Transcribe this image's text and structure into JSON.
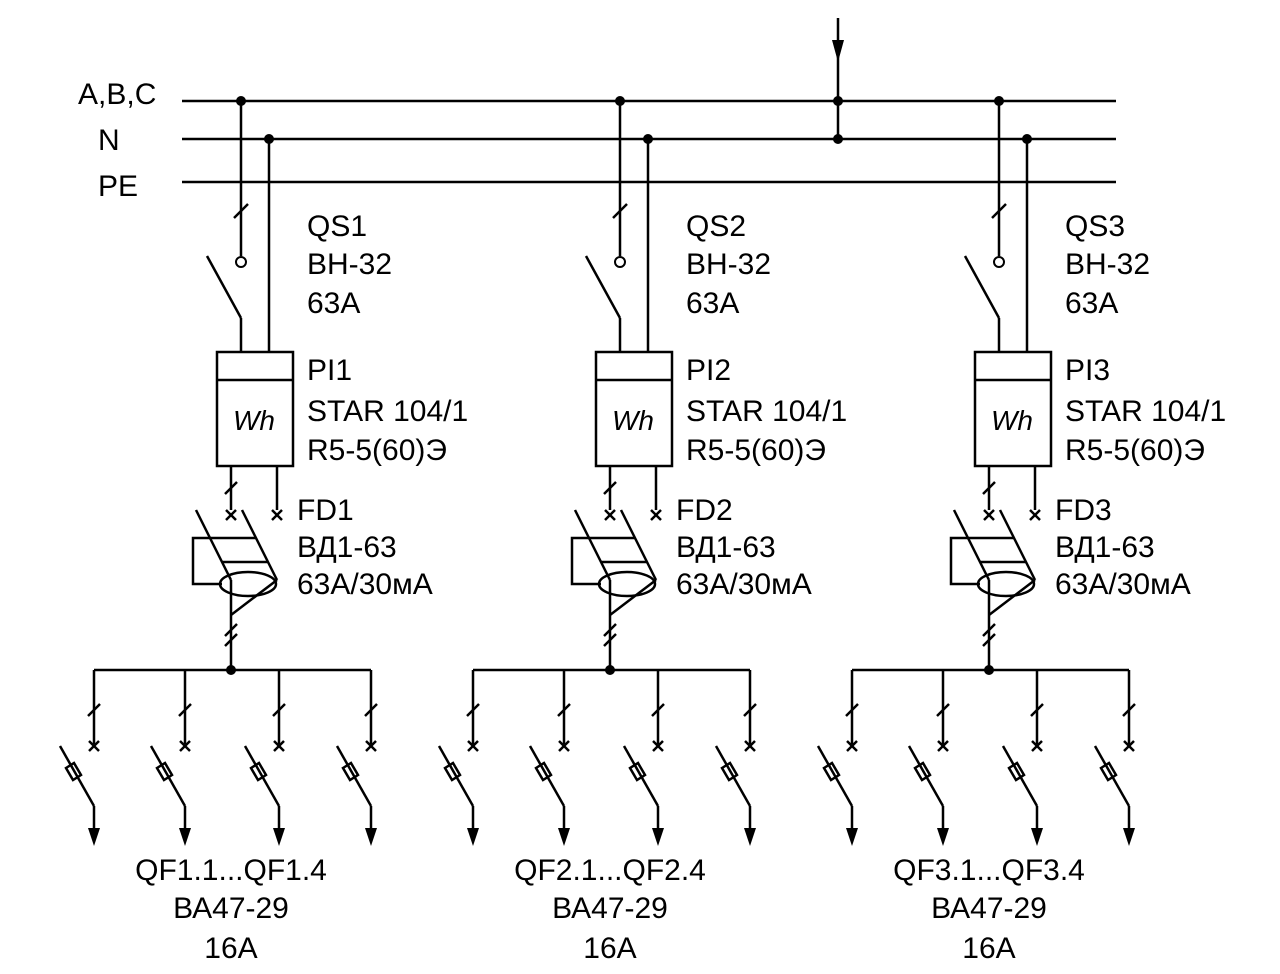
{
  "buses": {
    "abc": "A,B,C",
    "n": "N",
    "pe": "PE"
  },
  "groups": [
    {
      "qs": {
        "id": "QS1",
        "type": "ВН-32",
        "rating": "63А"
      },
      "pi": {
        "id": "PI1",
        "type": "STAR 104/1",
        "rating": "R5-5(60)Э",
        "symbol": "Wh"
      },
      "fd": {
        "id": "FD1",
        "type": "ВД1-63",
        "rating": "63А/30мА"
      },
      "qf": {
        "ids": "QF1.1...QF1.4",
        "type": "ВА47-29",
        "rating": "16А"
      }
    },
    {
      "qs": {
        "id": "QS2",
        "type": "ВН-32",
        "rating": "63А"
      },
      "pi": {
        "id": "PI2",
        "type": "STAR 104/1",
        "rating": "R5-5(60)Э",
        "symbol": "Wh"
      },
      "fd": {
        "id": "FD2",
        "type": "ВД1-63",
        "rating": "63А/30мА"
      },
      "qf": {
        "ids": "QF2.1...QF2.4",
        "type": "ВА47-29",
        "rating": "16А"
      }
    },
    {
      "qs": {
        "id": "QS3",
        "type": "ВН-32",
        "rating": "63А"
      },
      "pi": {
        "id": "PI3",
        "type": "STAR 104/1",
        "rating": "R5-5(60)Э",
        "symbol": "Wh"
      },
      "fd": {
        "id": "FD3",
        "type": "ВД1-63",
        "rating": "63А/30мА"
      },
      "qf": {
        "ids": "QF3.1...QF3.4",
        "type": "ВА47-29",
        "rating": "16А"
      }
    }
  ]
}
